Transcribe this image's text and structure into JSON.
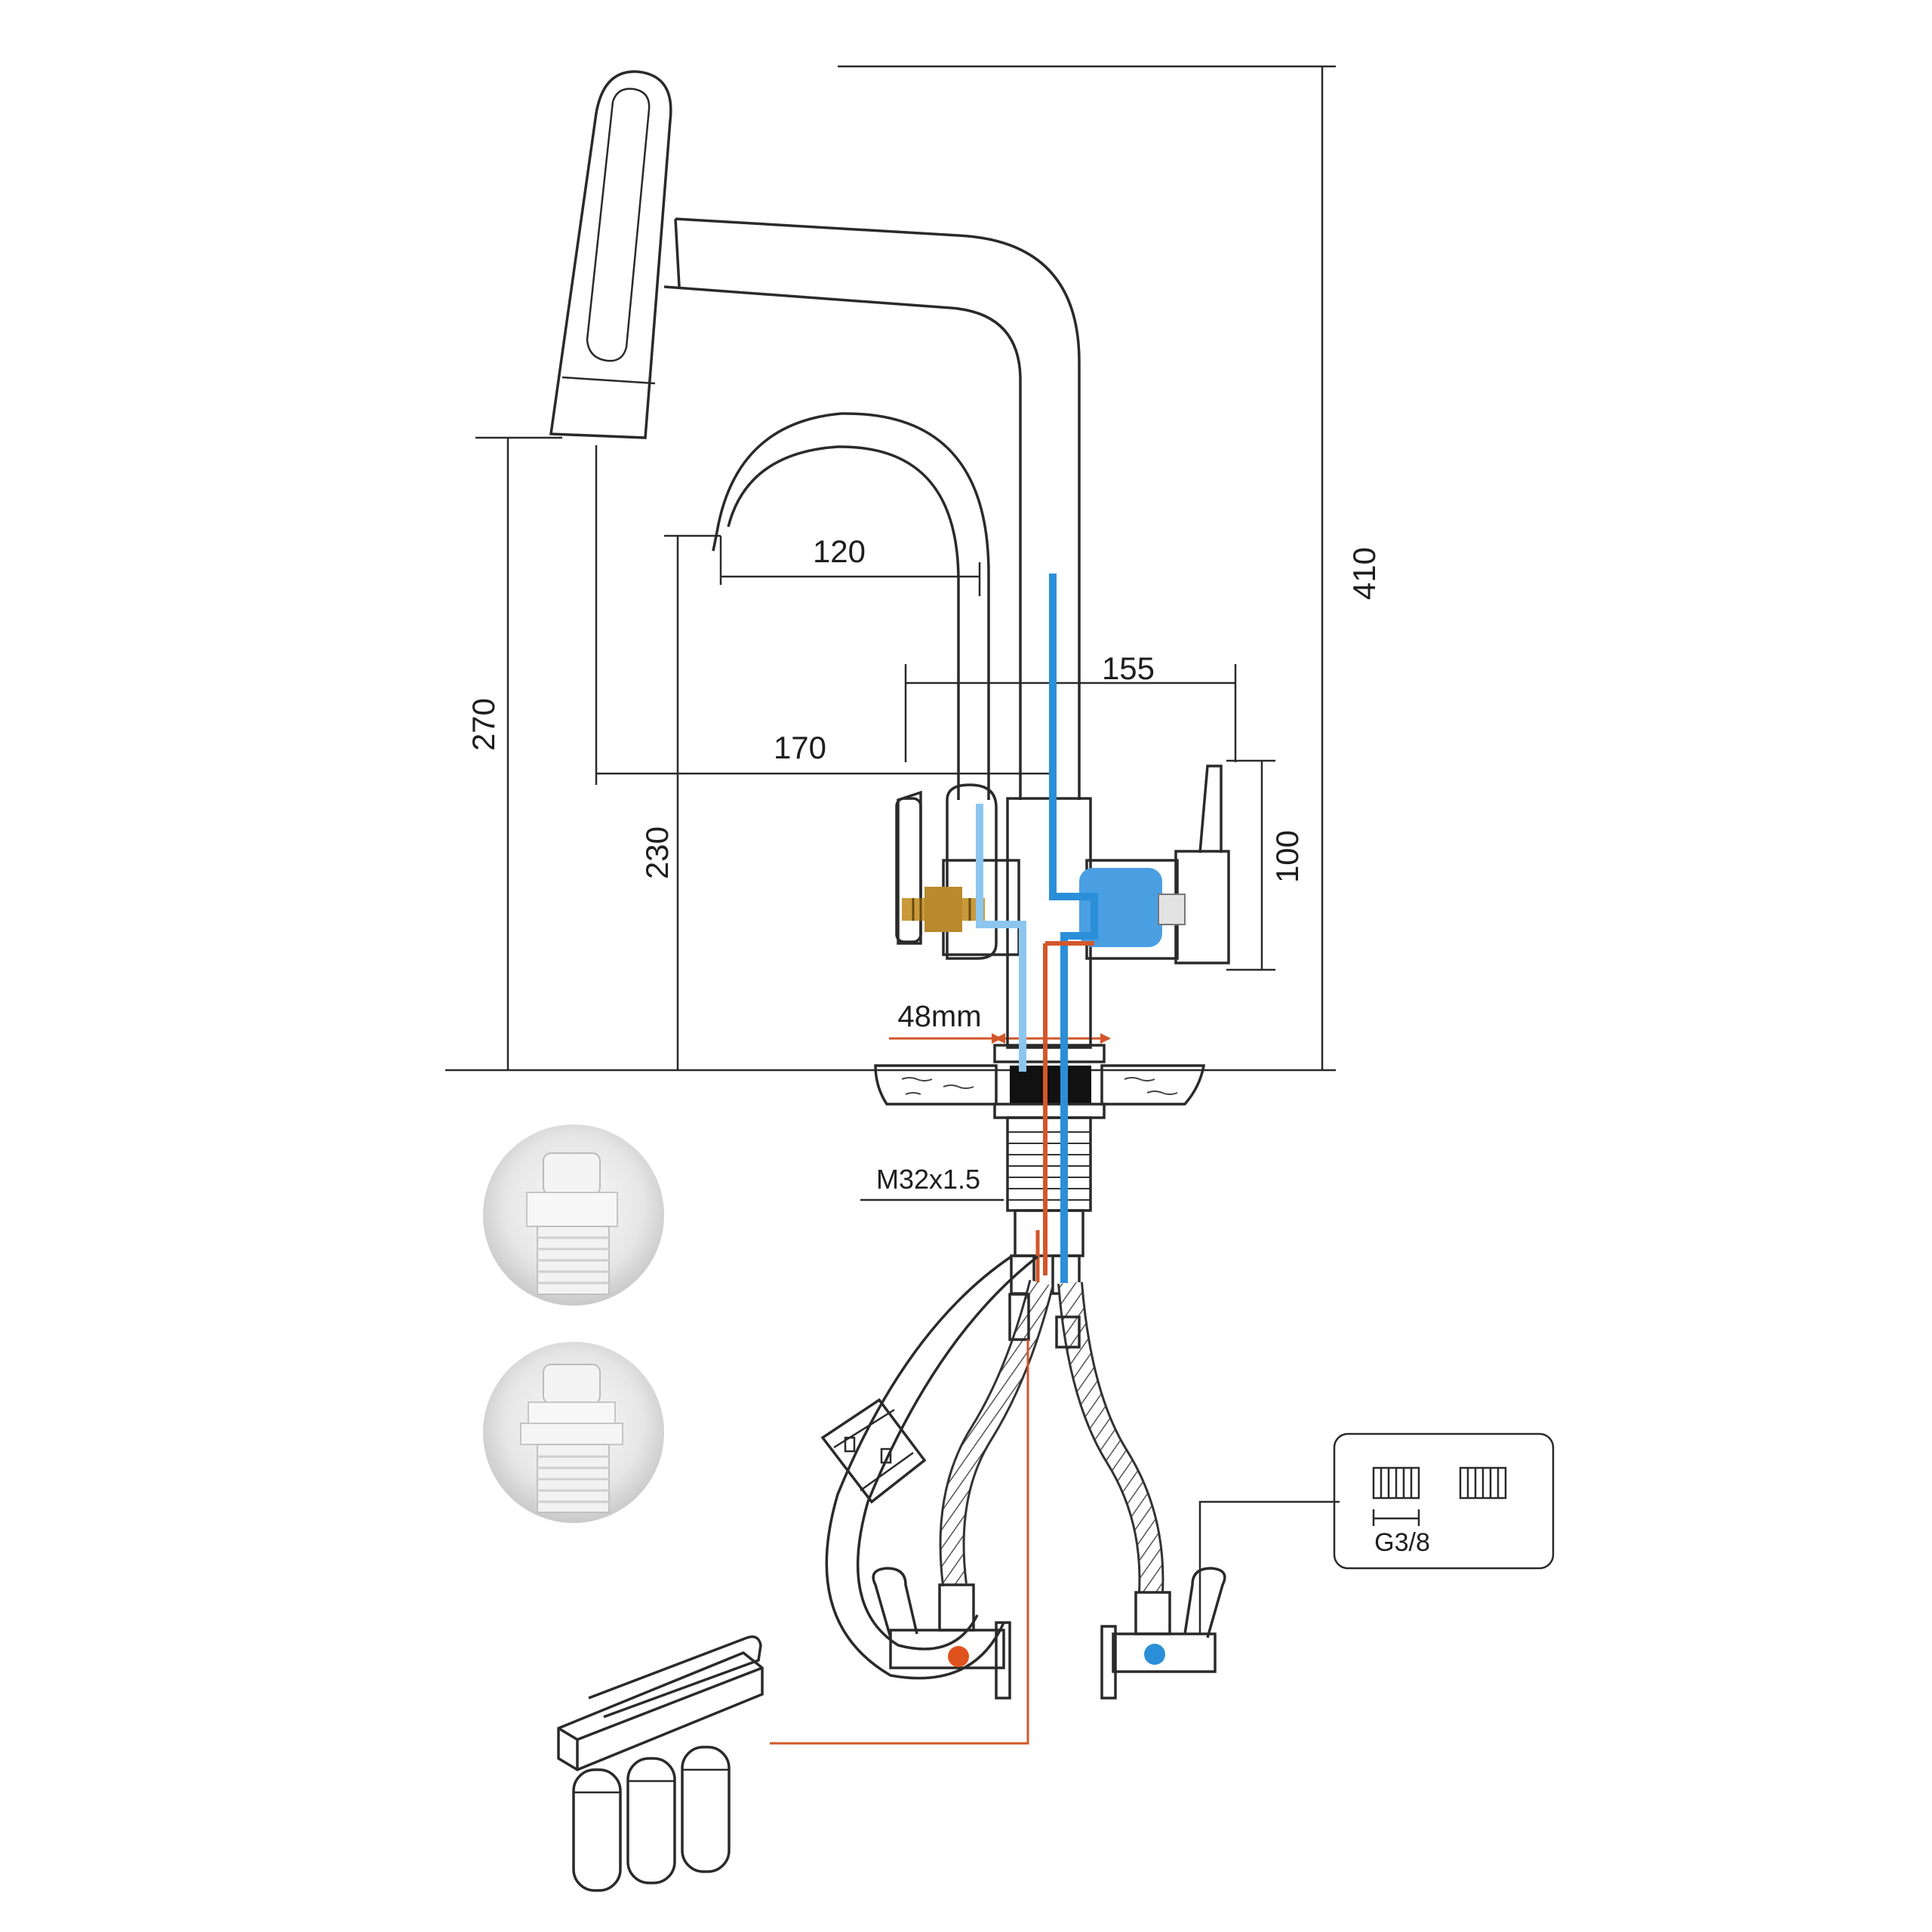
{
  "dimensions": {
    "total_height": "410",
    "filter_spout_height": "230",
    "main_spout_height": "270",
    "filter_spout_reach": "120",
    "main_spout_reach": "170",
    "handle_span": "155",
    "handle_height": "100",
    "base_diameter": "48mm",
    "thread": "M32x1.5",
    "connector_thread": "G3/8"
  },
  "colors": {
    "cold_line": "#2a8fd8",
    "filtered_line": "#8cc6ee",
    "hot_line": "#d2572a",
    "cartridge": "#4a9fe3",
    "brass": "#c99a3a",
    "outline": "#2a2a2a"
  },
  "icons": {
    "adapter_straight": "white-plastic-adapter",
    "adapter_flanged": "white-plastic-adapter-flanged",
    "hot_valve_marker": "red-dot",
    "cold_valve_marker": "blue-dot",
    "filter_unit": "three-stage-filter-icon"
  }
}
